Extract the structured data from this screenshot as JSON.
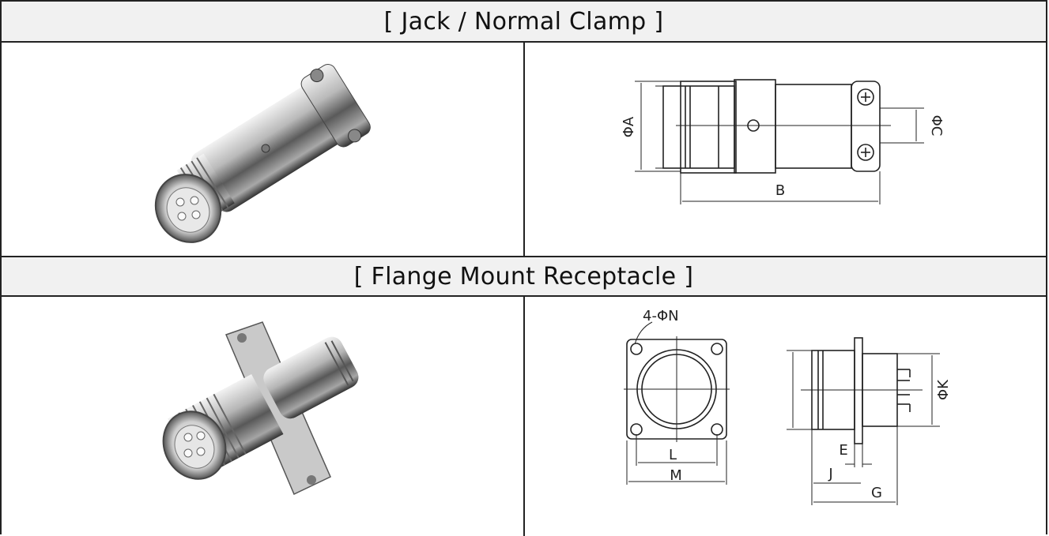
{
  "sections": [
    {
      "title": "[ Jack / Normal Clamp ]",
      "drawing_labels": {
        "a": "ΦA",
        "b": "B",
        "c": "ΦC"
      }
    },
    {
      "title": "[ Flange Mount Receptacle ]",
      "drawing_labels": {
        "n": "4-ΦN",
        "l": "L",
        "m": "M",
        "k": "ΦK",
        "e": "E",
        "j": "J",
        "g": "G"
      }
    }
  ]
}
